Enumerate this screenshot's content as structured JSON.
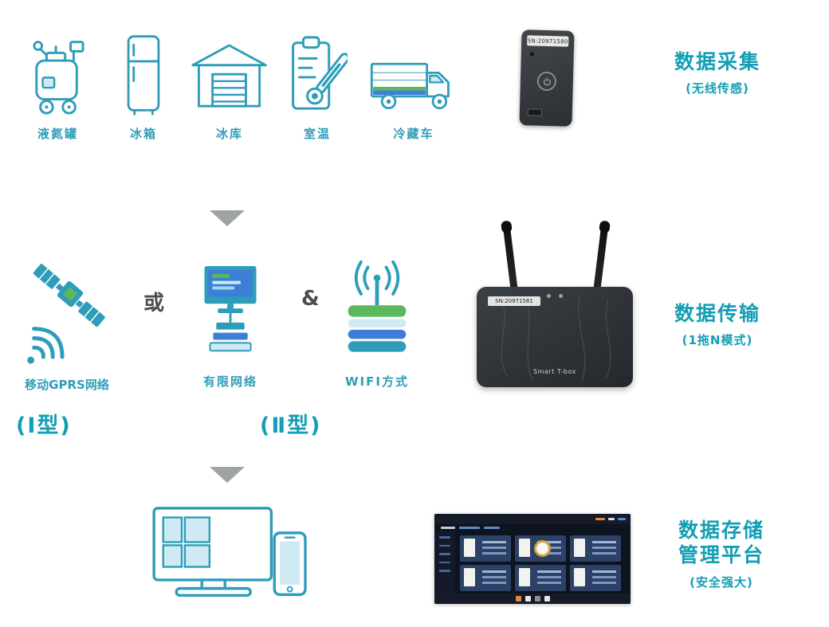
{
  "colors": {
    "teal": "#2E9DB9",
    "heading_teal": "#129FB5",
    "green": "#5CB85C",
    "blue": "#3D7FD6",
    "light_blue": "#CFEAF3",
    "arrow_gray": "#9EA3A3",
    "connector_gray": "#4D4D4D",
    "device_dark": "#34383D"
  },
  "row1": {
    "items": [
      {
        "label": "液氮罐"
      },
      {
        "label": "冰箱"
      },
      {
        "label": "冰库"
      },
      {
        "label": "室温"
      },
      {
        "label": "冷藏车"
      }
    ],
    "device_sn": "SN:20971580",
    "heading": "数据采集",
    "subheading": "(无线传感)"
  },
  "row2": {
    "gprs_label": "移动GPRS网络",
    "or_label": "或",
    "wired_label": "有限网络",
    "amp_label": "&",
    "wifi_label": "WIFI方式",
    "device_sn": "SN:20971581",
    "device_name": "Smart T-box",
    "heading": "数据传输",
    "subheading": "(1拖N模式)",
    "type1_label": "(Ⅰ型)",
    "type2_label": "(Ⅱ型)"
  },
  "row3": {
    "heading_line1": "数据存储",
    "heading_line2": "管理平台",
    "subheading": "(安全强大)"
  }
}
